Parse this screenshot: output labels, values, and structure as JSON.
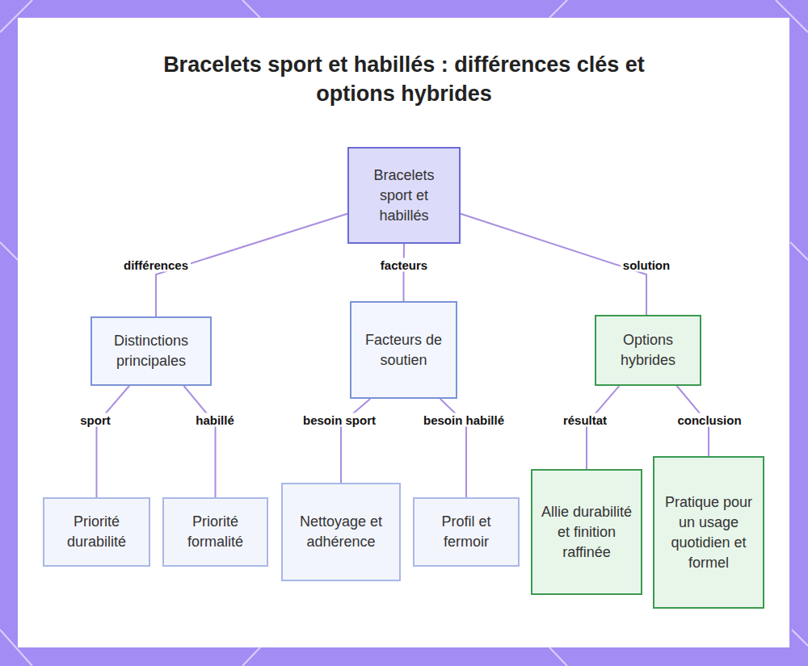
{
  "diagram": {
    "title": "Bracelets sport et habillés : différences clés et options hybrides",
    "nodes": [
      {
        "text": [
          "Bracelets sport et habillés"
        ]
      },
      {
        "text": [
          "Distinctions principales"
        ]
      },
      {
        "text": [
          "Facteurs de soutien"
        ]
      },
      {
        "text": [
          "Options hybrides"
        ]
      },
      {
        "text": [
          "Priorité durabilité"
        ]
      },
      {
        "text": [
          "Priorité formalité"
        ]
      },
      {
        "text": [
          "Nettoyage et adhérence"
        ]
      },
      {
        "text": [
          "Profil et fermoir"
        ]
      },
      {
        "text": [
          "Allie durabilité et finition raffinée"
        ]
      },
      {
        "text": [
          "Pratique pour un usage quotidien et formel"
        ]
      }
    ],
    "edges": [
      {
        "from": 0,
        "to": 1,
        "label": "différences",
        "arrow": "none"
      },
      {
        "from": 0,
        "to": 2,
        "label": "facteurs",
        "arrow": "none"
      },
      {
        "from": 0,
        "to": 3,
        "label": "solution",
        "arrow": "none"
      },
      {
        "from": 1,
        "to": 4,
        "label": "sport",
        "arrow": "none"
      },
      {
        "from": 1,
        "to": 5,
        "label": "habillé",
        "arrow": "none"
      },
      {
        "from": 2,
        "to": 6,
        "label": "besoin sport",
        "arrow": "none"
      },
      {
        "from": 2,
        "to": 7,
        "label": "besoin habillé",
        "arrow": "none"
      },
      {
        "from": 3,
        "to": 8,
        "label": "résultat",
        "arrow": "none"
      },
      {
        "from": 3,
        "to": 9,
        "label": "conclusion",
        "arrow": "none"
      }
    ]
  }
}
